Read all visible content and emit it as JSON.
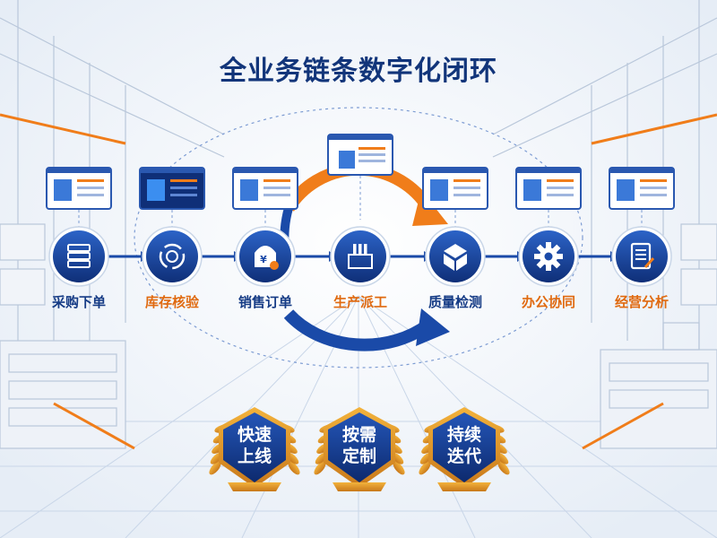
{
  "title": "全业务链条数字化闭环",
  "steps": [
    {
      "label": "采购下单",
      "icon": "server-stack-icon",
      "label_color": "blue"
    },
    {
      "label": "库存核验",
      "icon": "cycle-shield-icon",
      "label_color": "orange"
    },
    {
      "label": "销售订单",
      "icon": "money-bag-check-icon",
      "label_color": "blue"
    },
    {
      "label": "生产派工",
      "icon": "factory-building-icon",
      "label_color": "orange"
    },
    {
      "label": "质量检测",
      "icon": "package-box-icon",
      "label_color": "blue"
    },
    {
      "label": "办公协同",
      "icon": "gear-icon",
      "label_color": "orange"
    },
    {
      "label": "经营分析",
      "icon": "document-edit-icon",
      "label_color": "orange"
    }
  ],
  "badges": [
    {
      "line1": "快速",
      "line2": "上线"
    },
    {
      "line1": "按需",
      "line2": "定制"
    },
    {
      "line1": "持续",
      "line2": "迭代"
    }
  ],
  "colors": {
    "primary": "#1a4aa8",
    "dark_blue": "#12357a",
    "accent": "#f07d1a",
    "gold": "#d98b1e"
  }
}
